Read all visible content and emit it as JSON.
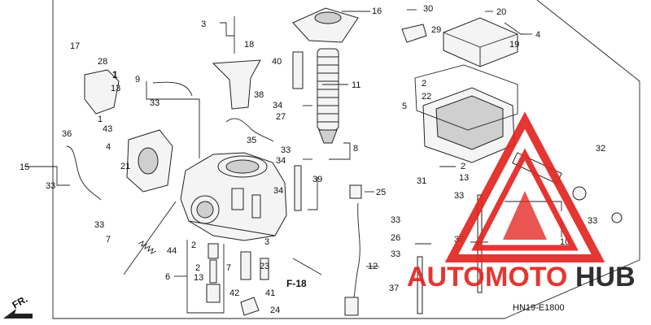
{
  "diagram": {
    "code": "HN19-E1800",
    "section_ref": "F-18",
    "front_label": "FR.",
    "callouts": {
      "c1": "1",
      "c2a": "2",
      "c2b": "2",
      "c2c": "2",
      "c2d": "2",
      "c3a": "3",
      "c3b": "3",
      "c4": "4",
      "c4b": "4",
      "c5": "5",
      "c6": "6",
      "c7": "7",
      "c8": "8",
      "c9": "9",
      "c10": "10",
      "c11": "11",
      "c12": "12",
      "c13a": "13",
      "c13b": "13",
      "c13c": "13",
      "c15": "15",
      "c16": "16",
      "c17": "17",
      "c18": "18",
      "c19": "19",
      "c20": "20",
      "c21": "21",
      "c22": "22",
      "c23": "23",
      "c24": "24",
      "c25": "25",
      "c26": "26",
      "c27": "27",
      "c28": "28",
      "c29": "29",
      "c30": "30",
      "c31": "31",
      "c32": "32",
      "c33a": "33",
      "c33b": "33",
      "c33c": "33",
      "c33d": "33",
      "c33e": "33",
      "c33f": "33",
      "c33g": "33",
      "c33h": "33",
      "c34a": "34",
      "c34b": "34",
      "c34c": "34",
      "c35": "35",
      "c36": "36",
      "c37a": "37",
      "c37b": "37",
      "c38": "38",
      "c39": "39",
      "c40": "40",
      "c41": "41",
      "c42": "42",
      "c43": "43",
      "c44": "44",
      "c1b": "1",
      "c7b": "7"
    }
  },
  "watermark": {
    "brand_left": "AUTO",
    "brand_mid": "MOTO",
    "brand_right": "HUB",
    "brand_color": "#e2211c",
    "dark_color": "#1a1a1a"
  }
}
